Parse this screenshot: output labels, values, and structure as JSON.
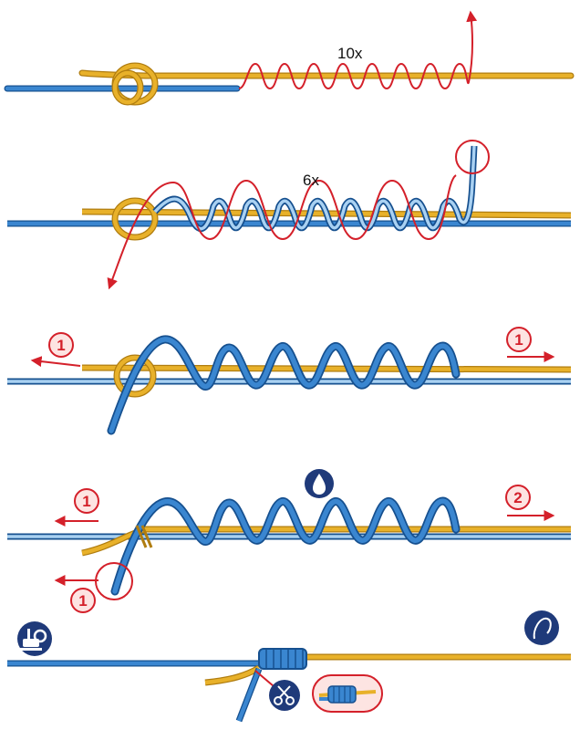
{
  "colors": {
    "yellow_line": "#e8b12a",
    "yellow_edge": "#b07d10",
    "blue_line": "#3a86d0",
    "blue_edge": "#16508f",
    "red": "#d4202a",
    "icon_bg": "#1f3a7a",
    "badge_fill": "#fde4e2"
  },
  "steps": [
    {
      "wrap_label": "10x"
    },
    {
      "wrap_label": "6x"
    },
    {
      "left_badge": "1",
      "right_badge": "1"
    },
    {
      "left_top_badge": "1",
      "left_bottom_badge": "1",
      "right_badge": "2",
      "icon": "water-drop-icon"
    },
    {
      "icons": [
        "fishing-reel-icon",
        "fishing-hook-icon",
        "scissors-icon"
      ]
    }
  ]
}
